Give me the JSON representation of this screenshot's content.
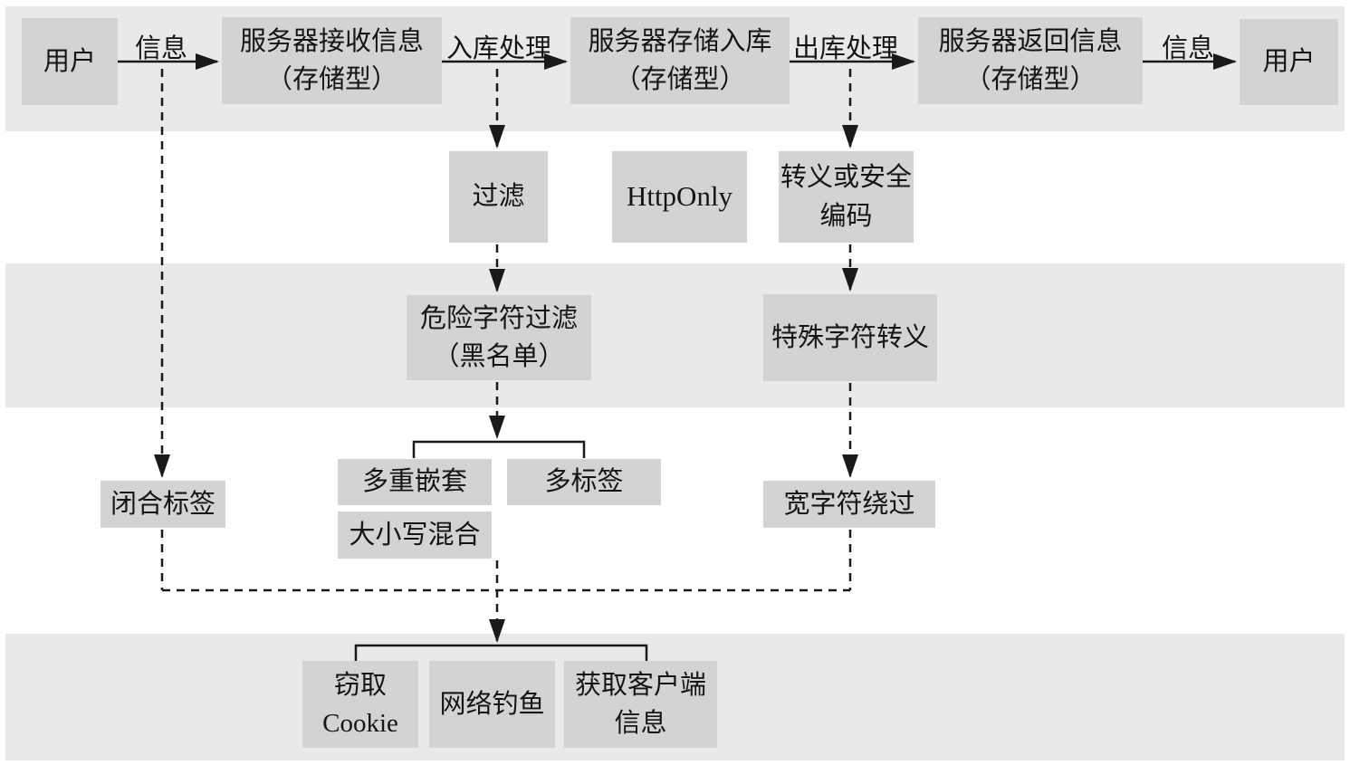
{
  "colors": {
    "page_bg": "#ffffff",
    "band_bg": "#e9e9e9",
    "box_bg": "#d3d3d3",
    "line": "#1a1a1a",
    "text": "#151515"
  },
  "flow": {
    "user_left": "用户",
    "edge1": "信息",
    "server_receive": "服务器接收信息\n（存储型）",
    "edge2": "入库处理",
    "server_store": "服务器存储入库\n（存储型）",
    "edge3": "出库处理",
    "server_return": "服务器返回信息\n（存储型）",
    "edge4": "信息",
    "user_right": "用户"
  },
  "defenses": {
    "filter": "过滤",
    "httponly": "HttpOnly",
    "escape_encode": "转义或安全\n编码",
    "danger_filter": "危险字符过滤\n（黑名单）",
    "special_escape": "特殊字符转义"
  },
  "bypasses": {
    "close_tag": "闭合标签",
    "multi_nest": "多重嵌套",
    "multi_tag": "多标签",
    "mixed_case": "大小写混合",
    "wide_char": "宽字符绕过"
  },
  "attacks": {
    "steal_cookie": "窃取\nCookie",
    "phishing": "网络钓鱼",
    "client_info": "获取客户端\n信息"
  }
}
